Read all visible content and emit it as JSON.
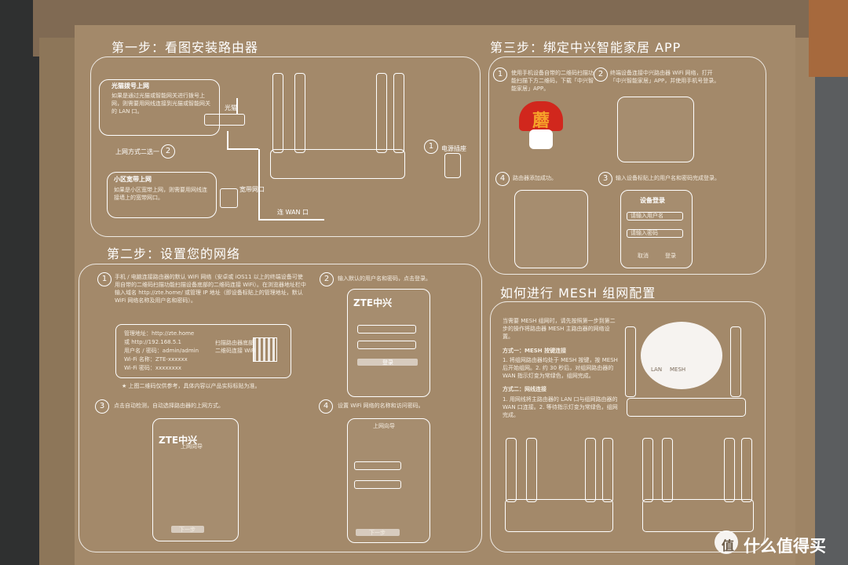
{
  "step1": {
    "title": "第一步：看图安装路由器",
    "bubble1_title": "光猫拨号上网",
    "bubble1_text": "如果是通过光猫或智能网关进行拨号上网，则需要用网线连接到光猫或智能网关的 LAN 口。",
    "choose": "上网方式二选一",
    "bubble2_title": "小区宽带上网",
    "bubble2_text": "如果是小区宽带上网，则需要用网线连接墙上的宽带网口。",
    "modem": "光猫",
    "wall": "宽带网口",
    "wan": "连 WAN 口",
    "power": "电源插座",
    "n1": "1",
    "n2": "2"
  },
  "step2": {
    "title": "第二步：设置您的网络",
    "n1": "1",
    "n2": "2",
    "n3": "3",
    "n4": "4",
    "text1": "手机 / 电脑连接路由器的默认 WiFi 网络（安卓或 iOS11 以上的终端设备可使用自带的二维码扫描功能扫描设备底部的二维码连接 WiFi）。在浏览器地址栏中输入域名 http://zte.home/ 或管理 IP 地址（即设备标贴上的管理地址，默认 WiFi 网络名称及用户名和密码）。",
    "label_lines": [
      "管理地址：http://zte.home",
      "或 http://192.168.5.1",
      "用户名 / 密码：admin/admin",
      "Wi-Fi 名称：ZTE-xxxxxx",
      "Wi-Fi 密码：xxxxxxxx"
    ],
    "scan_text": "扫描路由器底部二维码连接 WiFi",
    "note": "★ 上图二维码仅供参考，具体内容以产品实际标贴为准。",
    "text2": "输入默认的用户名和密码，点击登录。",
    "text3": "点击自动检测，自动选择路由器的上网方式。",
    "text4": "设置 WiFi 网络的名称和访问密码。",
    "phone_brand": "ZTE中兴",
    "tab_mode": "上网向导",
    "login_button": "登录",
    "next_button": "下一步"
  },
  "step3": {
    "title": "第三步：绑定中兴智能家居 APP",
    "n1": "1",
    "n2": "2",
    "n3": "3",
    "n4": "4",
    "text1": "使用手机设备自带的二维码扫描功能扫描下方二维码，下载「中兴智能家居」APP。",
    "text2": "终端设备连接中兴路由器 WiFi 网络，打开「中兴智能家居」APP，并使用手机号登录。",
    "text4": "路由器添加成功。",
    "text3": "输入设备标贴上的用户名和密码完成登录。",
    "login_title": "设备登录",
    "user_placeholder": "请输入用户名",
    "pass_placeholder": "请输入密码",
    "cancel": "取消",
    "confirm": "登录"
  },
  "mesh": {
    "title": "如何进行 MESH 组网配置",
    "text_intro": "当需要 MESH 组网时，请先按照第一步到第二步的操作将路由器 MESH 主路由器的网络设置。",
    "method1_title": "方式一：MESH 按键连接",
    "method1_text": "1. 将组网路由器均处于 MESH 按键，按 MESH 后开始组网。2. 约 30 秒后，对组网路由器的 WAN 指示灯变为常绿色，组网完成。",
    "method2_title": "方式二：网线连接",
    "method2_text": "1. 用网线将主路由器的 LAN 口与组网路由器的 WAN 口连接。2. 等待指示灯变为常绿色，组网完成。",
    "port_lan": "LAN",
    "port_mesh": "MESH"
  },
  "watermark": {
    "text": "什么值得买",
    "logo_char": "值"
  },
  "stickers": {
    "mushroom_char": "蘑"
  },
  "colors": {
    "cardboard": "#a3896a",
    "line": "#ffffff",
    "background": "#3c3d3e",
    "mushroom_red": "#d1271d",
    "mushroom_orange": "#f6a12a"
  }
}
